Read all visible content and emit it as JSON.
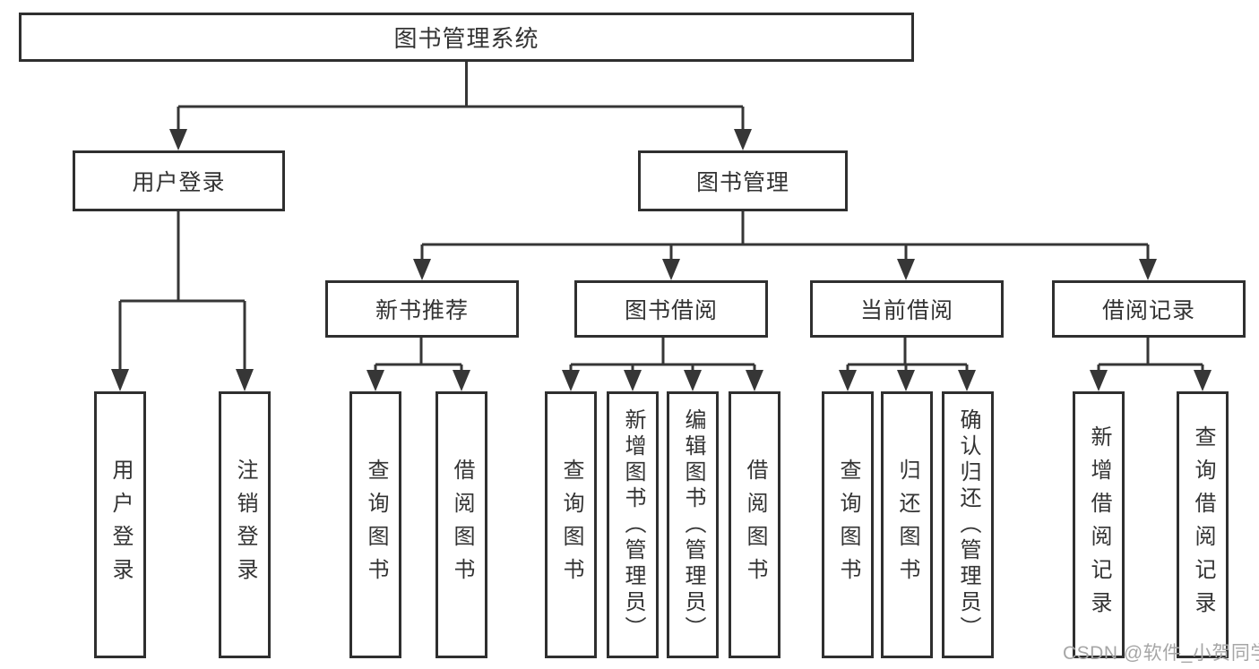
{
  "diagram": {
    "root": {
      "label": "图书管理系统"
    },
    "branches": [
      {
        "label": "用户登录",
        "children": [
          {
            "label": "用户登录"
          },
          {
            "label": "注销登录"
          }
        ]
      },
      {
        "label": "图书管理",
        "children": [
          {
            "label": "新书推荐",
            "children": [
              {
                "label": "查询图书"
              },
              {
                "label": "借阅图书"
              }
            ]
          },
          {
            "label": "图书借阅",
            "children": [
              {
                "label": "查询图书"
              },
              {
                "label": "新增图书（管理员）"
              },
              {
                "label": "编辑图书（管理员）"
              },
              {
                "label": "借阅图书"
              }
            ]
          },
          {
            "label": "当前借阅",
            "children": [
              {
                "label": "查询图书"
              },
              {
                "label": "归还图书"
              },
              {
                "label": "确认归还（管理员）"
              }
            ]
          },
          {
            "label": "借阅记录",
            "children": [
              {
                "label": "新增借阅记录"
              },
              {
                "label": "查询借阅记录"
              }
            ]
          }
        ]
      }
    ],
    "colors": {
      "line": "#363636",
      "box_border": "#2f2f2f",
      "box_fill": "#ffffff",
      "text": "#333333",
      "watermark": "#a6a6a6"
    }
  },
  "watermark": {
    "text": "CSDN @软件_小贺同学"
  }
}
